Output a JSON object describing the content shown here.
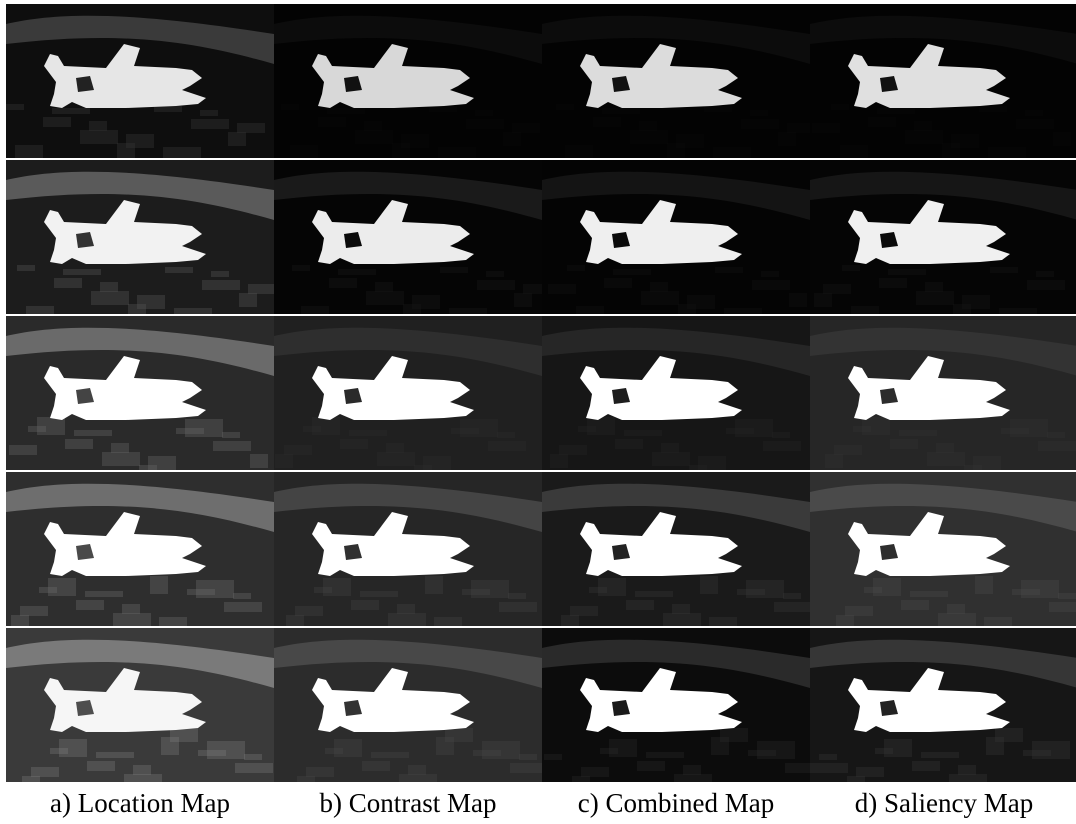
{
  "figure": {
    "rows": [
      {
        "cells": [
          {
            "bg": "#0e0e0e",
            "band": "#3a3a3a",
            "plane": "#e6e6e6",
            "hole": "#222222"
          },
          {
            "bg": "#030303",
            "band": "#0c0c0c",
            "plane": "#d8d8d8",
            "hole": "#111111"
          },
          {
            "bg": "#030303",
            "band": "#0c0c0c",
            "plane": "#dcdcdc",
            "hole": "#111111"
          },
          {
            "bg": "#030303",
            "band": "#0c0c0c",
            "plane": "#e0e0e0",
            "hole": "#111111"
          }
        ]
      },
      {
        "cells": [
          {
            "bg": "#1c1c1c",
            "band": "#5a5a5a",
            "plane": "#f2f2f2",
            "hole": "#333333"
          },
          {
            "bg": "#050505",
            "band": "#1a1a1a",
            "plane": "#ececec",
            "hole": "#0a0a0a"
          },
          {
            "bg": "#040404",
            "band": "#141414",
            "plane": "#efefef",
            "hole": "#0a0a0a"
          },
          {
            "bg": "#050505",
            "band": "#161616",
            "plane": "#f0f0f0",
            "hole": "#0a0a0a"
          }
        ]
      },
      {
        "cells": [
          {
            "bg": "#2a2a2a",
            "band": "#6a6a6a",
            "plane": "#ffffff",
            "hole": "#444444"
          },
          {
            "bg": "#202020",
            "band": "#2e2e2e",
            "plane": "#ffffff",
            "hole": "#2a2a2a"
          },
          {
            "bg": "#161616",
            "band": "#262626",
            "plane": "#ffffff",
            "hole": "#1e1e1e"
          },
          {
            "bg": "#262626",
            "band": "#333333",
            "plane": "#ffffff",
            "hole": "#2c2c2c"
          }
        ]
      },
      {
        "cells": [
          {
            "bg": "#2e2e2e",
            "band": "#6e6e6e",
            "plane": "#ffffff",
            "hole": "#4a4a4a"
          },
          {
            "bg": "#262626",
            "band": "#444444",
            "plane": "#ffffff",
            "hole": "#303030"
          },
          {
            "bg": "#1a1a1a",
            "band": "#3a3a3a",
            "plane": "#ffffff",
            "hole": "#222222"
          },
          {
            "bg": "#303030",
            "band": "#4a4a4a",
            "plane": "#ffffff",
            "hole": "#2e2e2e"
          }
        ]
      },
      {
        "cells": [
          {
            "bg": "#3a3a3a",
            "band": "#7a7a7a",
            "plane": "#f6f6f6",
            "hole": "#4e4e4e"
          },
          {
            "bg": "#2c2c2c",
            "band": "#484848",
            "plane": "#ffffff",
            "hole": "#333333"
          },
          {
            "bg": "#0c0c0c",
            "band": "#2a2a2a",
            "plane": "#ffffff",
            "hole": "#1a1a1a"
          },
          {
            "bg": "#161616",
            "band": "#363636",
            "plane": "#ffffff",
            "hole": "#222222"
          }
        ]
      }
    ],
    "captions": {
      "a": "a) Location Map",
      "b": "b) Contrast Map",
      "c": "c) Combined Map",
      "d": "d) Saliency Map"
    }
  }
}
